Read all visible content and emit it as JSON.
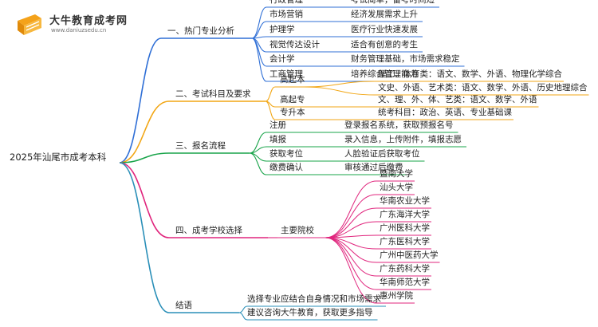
{
  "brand": {
    "name": "大牛教育成考网",
    "site": "www.daniuzsedu.cn"
  },
  "colors": {
    "blue": "#2f6fd6",
    "orange": "#f2a614",
    "green": "#19a44a",
    "pink": "#e0257d",
    "teal": "#2a8fb8",
    "logo": "#f4a21a"
  },
  "root": "2025年汕尾市成考本科",
  "branches": [
    {
      "label": "一、热门专业分析",
      "color": "blue",
      "children": [
        {
          "label": "行政管理",
          "note": "考试简单，备考时间短"
        },
        {
          "label": "市场营销",
          "note": "经济发展需求上升"
        },
        {
          "label": "护理学",
          "note": "医疗行业快速发展"
        },
        {
          "label": "视觉传达设计",
          "note": "适合有创意的考生"
        },
        {
          "label": "会计学",
          "note": "财务管理基础，市场需求稳定"
        },
        {
          "label": "工商管理",
          "note": "培养综合管理能力"
        }
      ]
    },
    {
      "label": "二、考试科目及要求",
      "color": "orange",
      "children": [
        {
          "label": "高起本",
          "notes": [
            "理工、体育类：语文、数学、外语、物理化学综合",
            "文史、外语、艺术类：语文、数学、外语、历史地理综合"
          ]
        },
        {
          "label": "高起专",
          "notes": [
            "文、理、外、体、艺类：语文、数学、外语"
          ]
        },
        {
          "label": "专升本",
          "notes": [
            "统考科目：政治、英语、专业基础课"
          ]
        }
      ]
    },
    {
      "label": "三、报名流程",
      "color": "green",
      "children": [
        {
          "label": "注册",
          "note": "登录报名系统，获取预报名号"
        },
        {
          "label": "填报",
          "note": "录入信息，上传附件，填报志愿"
        },
        {
          "label": "获取考位",
          "note": "人脸验证后获取考位"
        },
        {
          "label": "缴费确认",
          "note": "审核通过后缴费"
        }
      ]
    },
    {
      "label": "四、成考学校选择",
      "color": "pink",
      "children": [
        {
          "label": "主要院校",
          "notes": [
            "暨南大学",
            "汕头大学",
            "华南农业大学",
            "广东海洋大学",
            "广州医科大学",
            "广东医科大学",
            "广州中医药大学",
            "广东药科大学",
            "华南师范大学",
            "惠州学院"
          ]
        }
      ]
    },
    {
      "label": "结语",
      "color": "teal",
      "children": [
        {
          "label": "选择专业应结合自身情况和市场需求"
        },
        {
          "label": "建议咨询大牛教育，获取更多指导"
        }
      ]
    }
  ]
}
